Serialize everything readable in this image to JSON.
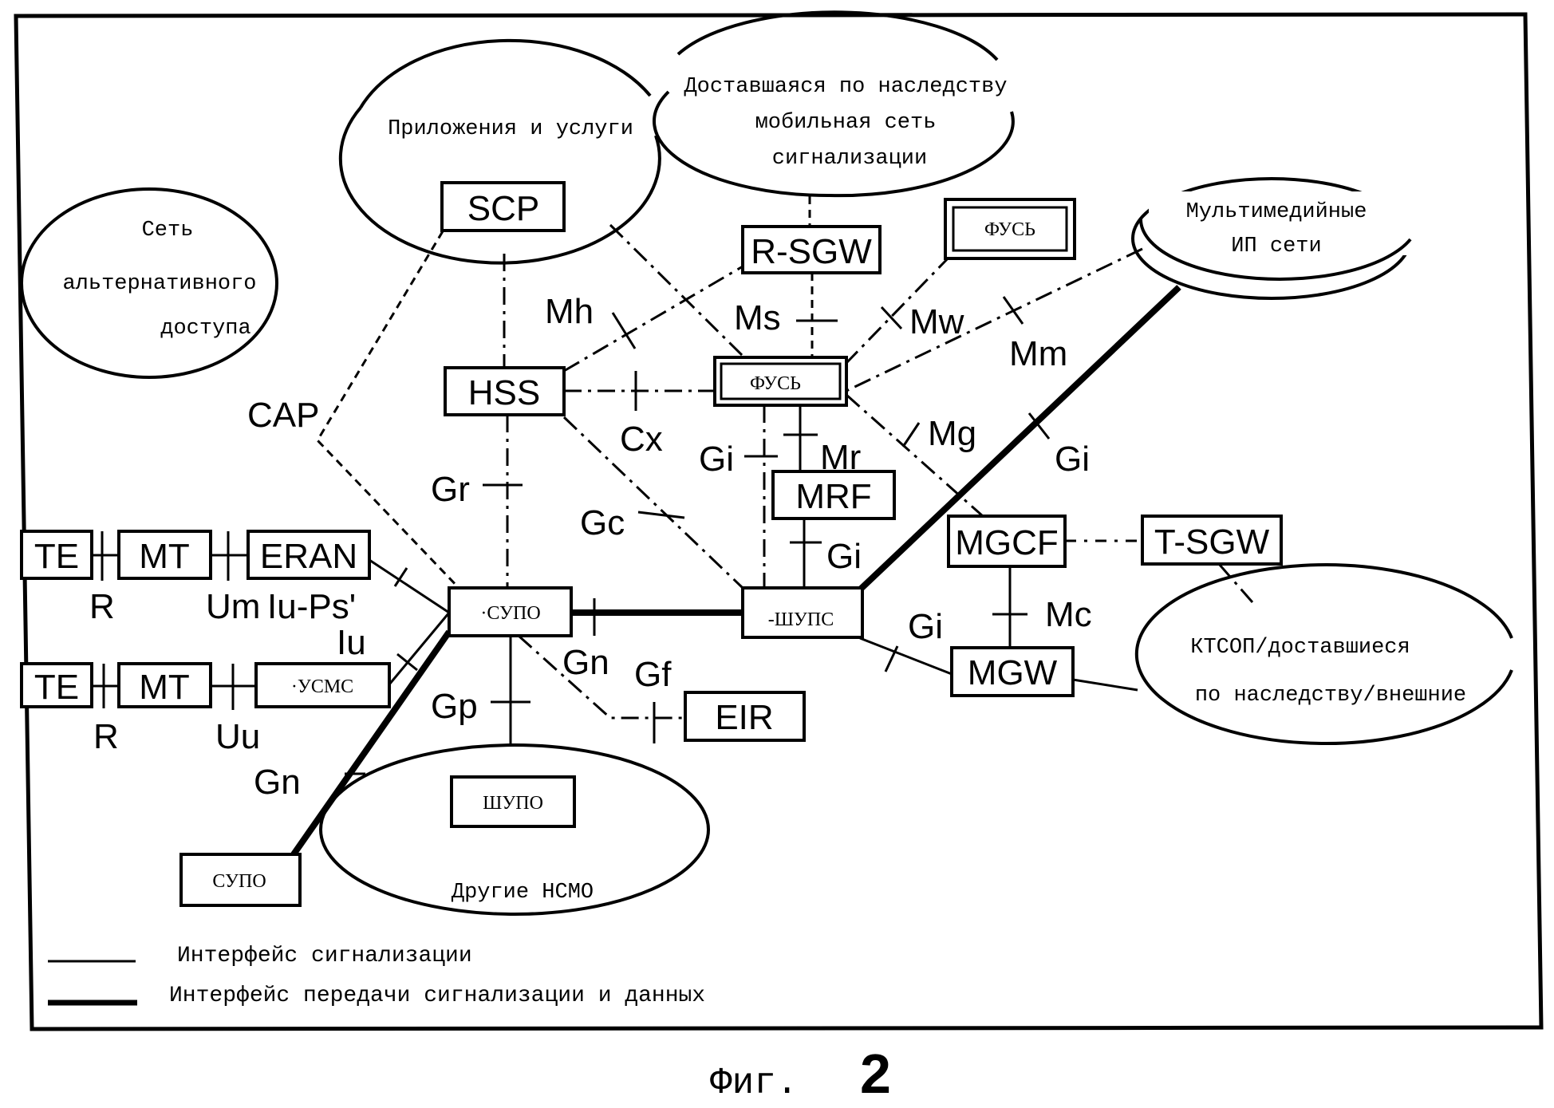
{
  "figure": {
    "caption_prefix": "Фиг.",
    "caption_number": "2"
  },
  "domains": {
    "alt_access": [
      "Сеть",
      "альтернативного",
      "доступа"
    ],
    "apps_services": "Приложения и услуги",
    "legacy_signalling": [
      "Доставшаяся по наследству",
      "мобильная сеть",
      "сигнализации"
    ],
    "multimedia_ip": [
      "Мультимедийные",
      "ИП сети"
    ],
    "pstn": [
      "КТСОП/доставшиеся",
      "по наследству/внешние"
    ],
    "other_plmn": "Другие НСМО"
  },
  "nodes": {
    "scp": "SCP",
    "rsgw": "R-SGW",
    "cscf_top": "ФУСЬ",
    "hss": "HSS",
    "cscf": "ФУСЬ",
    "mrf": "MRF",
    "mgcf": "MGCF",
    "tsgw": "T-SGW",
    "sgsn": "·СУПО",
    "ggsn": "-ШУПС",
    "mgw": "MGW",
    "eir": "EIR",
    "ggsn_other": "ШУПО",
    "sgsn_other": "СУПО",
    "te1": "TE",
    "mt1": "MT",
    "eran": "ERAN",
    "te2": "TE",
    "mt2": "MT",
    "utran": "·УСМС"
  },
  "interfaces": {
    "cap": "CAP",
    "mh": "Mh",
    "ms": "Ms",
    "mw": "Mw",
    "mm": "Mm",
    "cx": "Cx",
    "gi_cscf": "Gi",
    "mr": "Mr",
    "mg": "Mg",
    "gi_mm": "Gi",
    "gr": "Gr",
    "gc": "Gc",
    "gi_mrf": "Gi",
    "r1": "R",
    "um": "Um",
    "iups": "Iu-Ps'",
    "iu": "Iu",
    "r2": "R",
    "uu": "Uu",
    "gn": "Gn",
    "gf": "Gf",
    "gp": "Gp",
    "gn_other": "Gn",
    "gi_mgw": "Gi",
    "mc": "Mc"
  },
  "legend": {
    "signalling": "Интерфейс сигнализации",
    "signalling_data": "Интерфейс передачи сигнализации и данных"
  }
}
